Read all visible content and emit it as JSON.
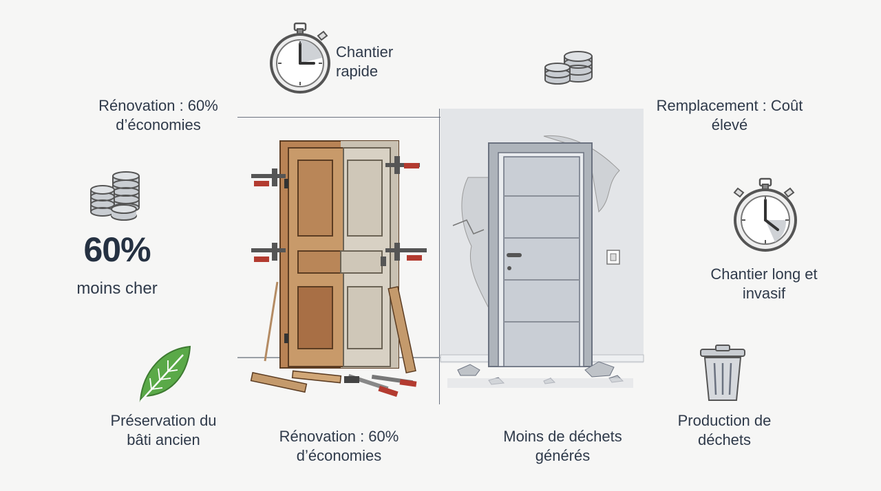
{
  "labels": {
    "top_left_heading": "Rénovation : 60% d’économies",
    "top_right_heading": "Remplacement : Coût élevé",
    "fast_site": "Chantier rapide",
    "big_percent": "60%",
    "cheaper": "moins cher",
    "long_site": "Chantier long et invasif",
    "preservation": "Préservation du bâti ancien",
    "bottom_center_left": "Rénovation : 60% d’économies",
    "less_waste": "Moins de déchets générés",
    "waste_production": "Production de déchets"
  },
  "icons": [
    "stopwatch-icon",
    "coins-icon",
    "leaf-icon",
    "trash-icon"
  ],
  "colors": {
    "text": "#2f3a4a",
    "wood_light": "#c89a6a",
    "wood_dark": "#a86f45",
    "wood_stripped": "#cfc7b8",
    "leaf": "#5aa948",
    "wall": "#e3e5e8",
    "door_modern": "#c9ced5"
  }
}
